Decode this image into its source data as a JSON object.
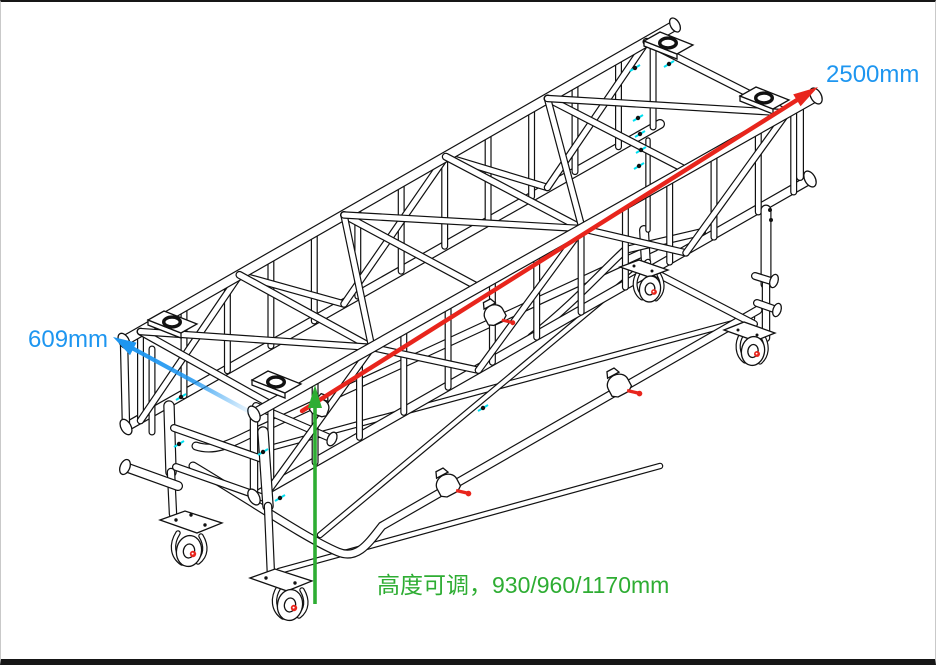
{
  "annotations": {
    "length_label": "2500mm",
    "width_label": "609mm",
    "height_label": "高度可调，930/960/1170mm"
  },
  "colors": {
    "dimension_blue": "#1e96f0",
    "arrow_red": "#e8251c",
    "height_green": "#2ead33",
    "bolt_cyan": "#00dff0",
    "drawing_line": "#111111"
  },
  "icons": {
    "length_arrow": "red diagonal dimension arrow along top chord",
    "width_arrow": "blue dimension arrow toward truss end",
    "height_arrow": "green vertical dimension arrow"
  }
}
